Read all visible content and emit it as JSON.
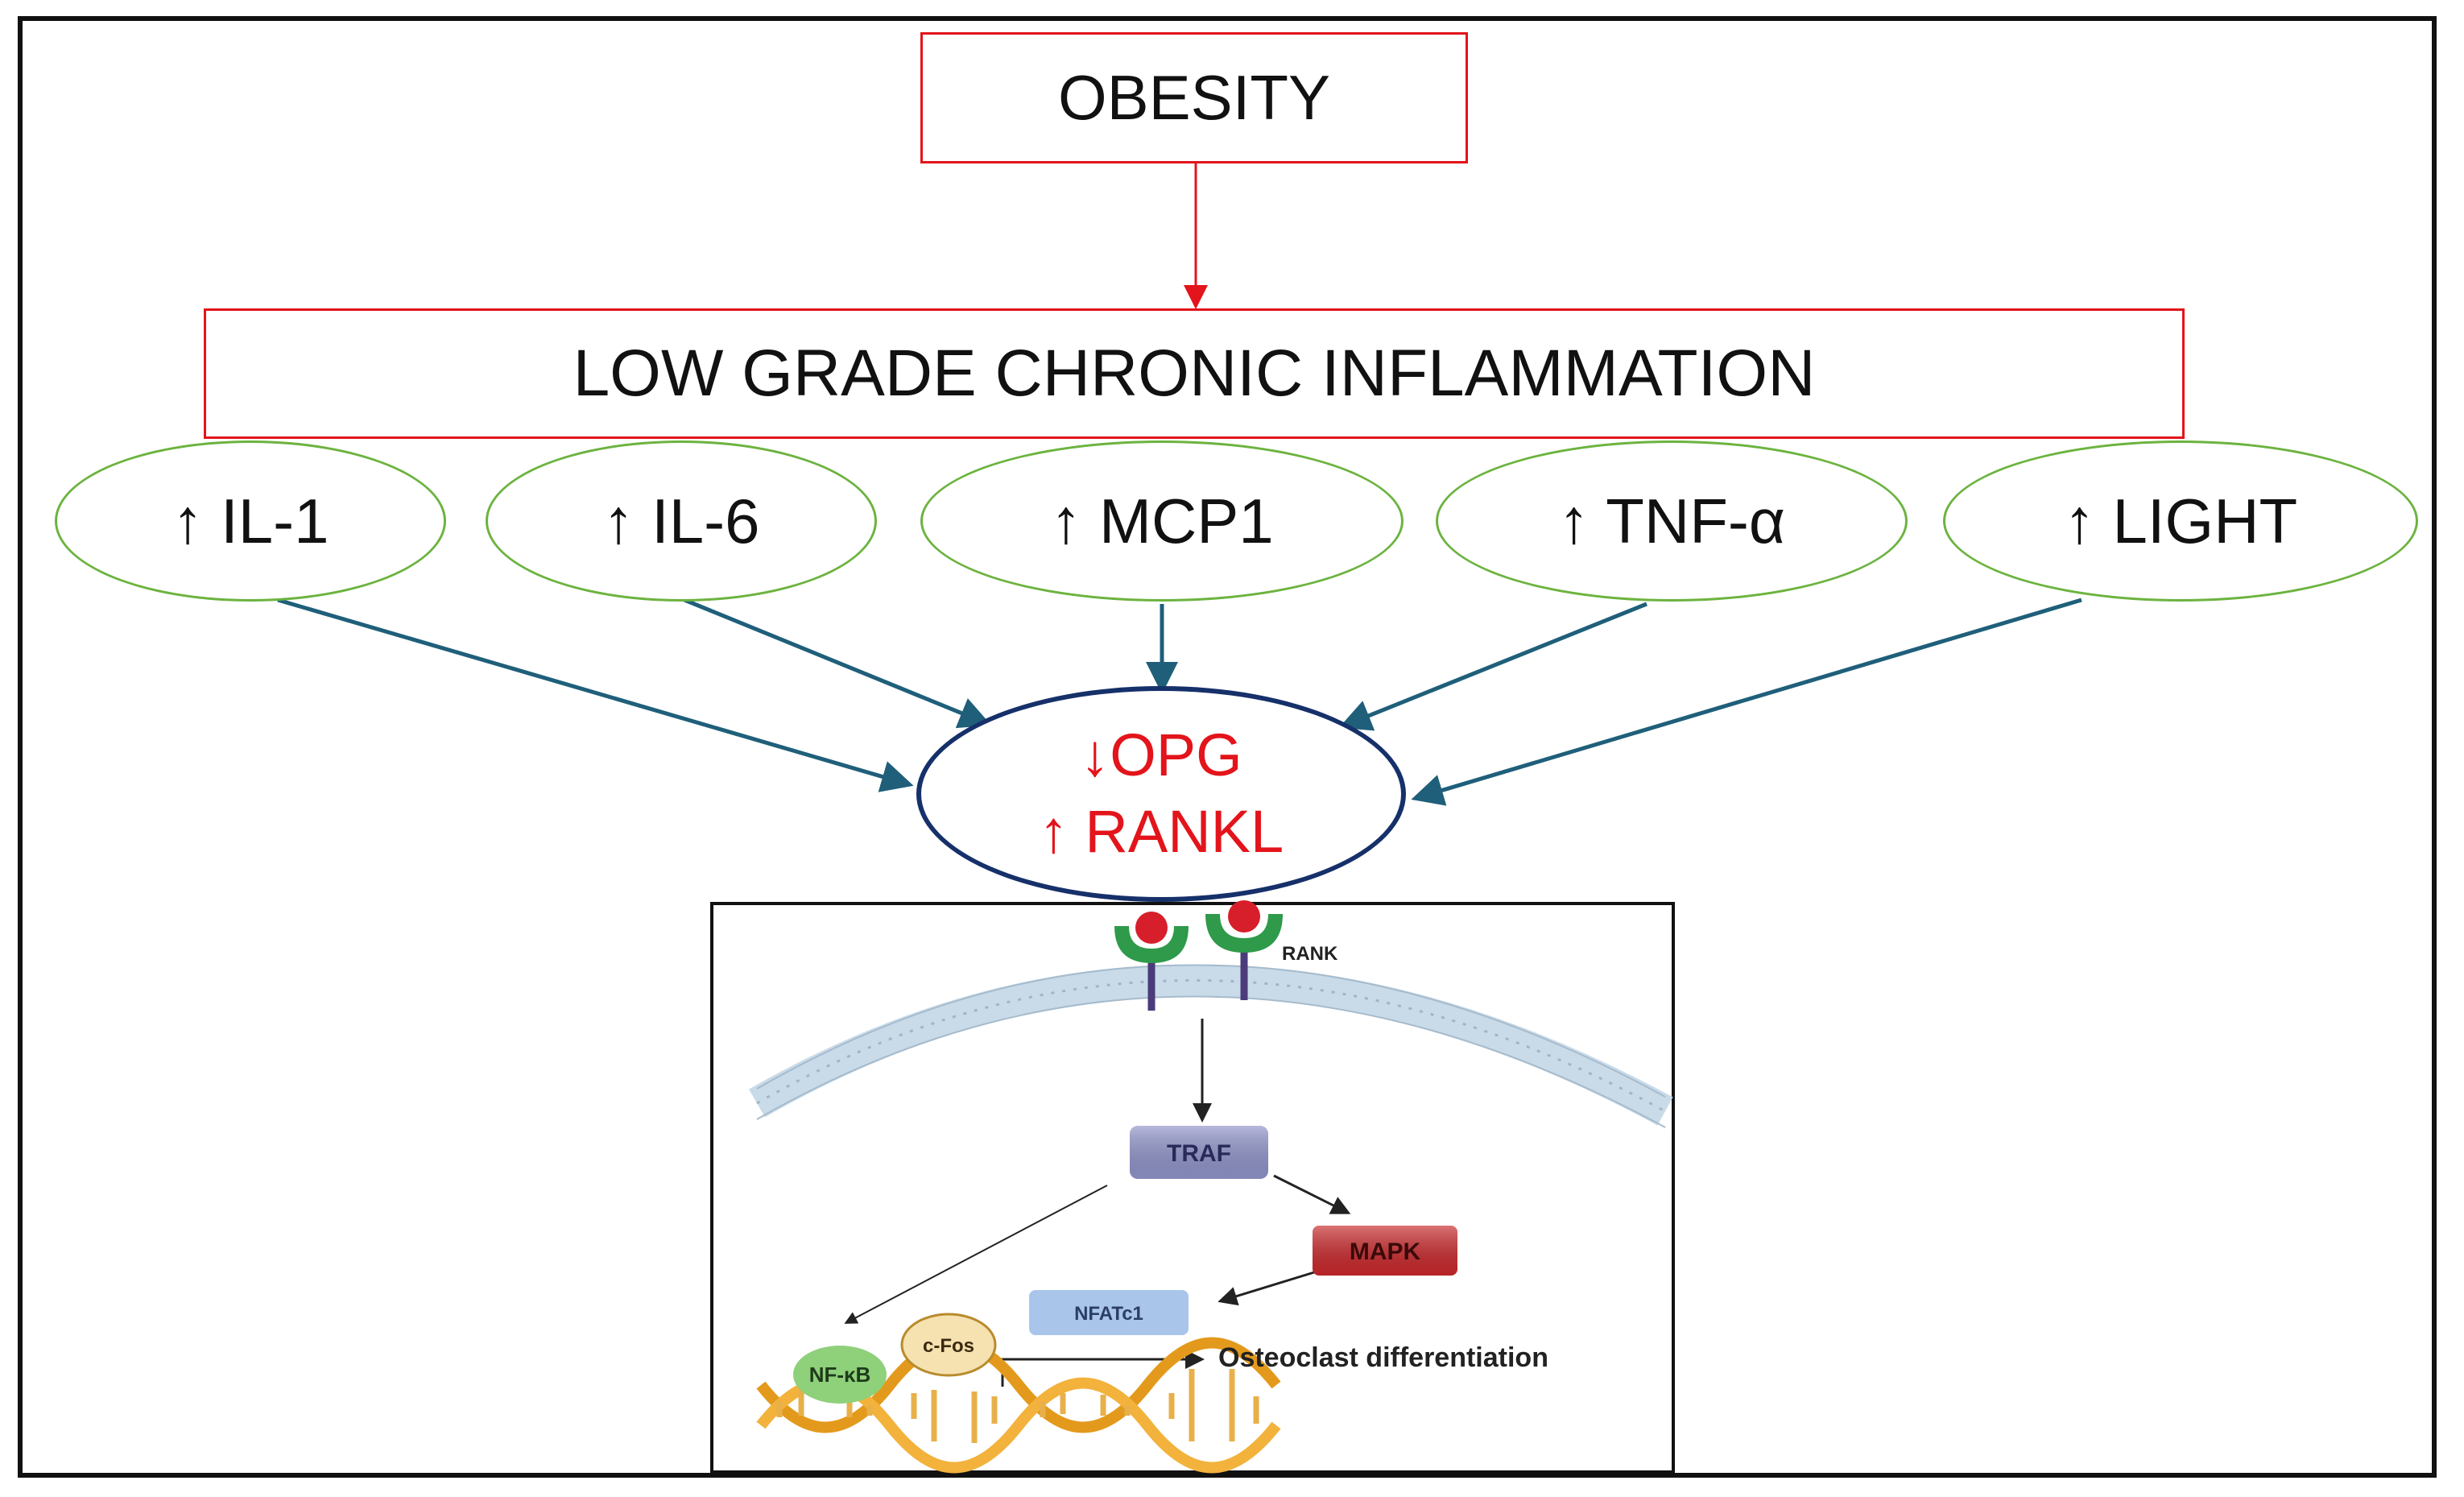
{
  "top_box": {
    "label": "OBESITY"
  },
  "inflammation_box": {
    "label": "LOW GRADE CHRONIC INFLAMMATION"
  },
  "cytokines": [
    {
      "label": "↑ IL-1"
    },
    {
      "label": "↑ IL-6"
    },
    {
      "label": "↑ MCP1"
    },
    {
      "label": "↑ TNF-α"
    },
    {
      "label": "↑ LIGHT"
    }
  ],
  "center": {
    "line1": "↓OPG",
    "line2": "↑ RANKL"
  },
  "pathway": {
    "receptor_label": "RANK",
    "traf": "TRAF",
    "mapk": "MAPK",
    "nfatc1": "NFATc1",
    "nfkb": "NF-κB",
    "cfos": "c-Fos",
    "outcome": "Osteoclast differentiation"
  },
  "colors": {
    "red": "#e3141b",
    "green_outline": "#6cb33f",
    "teal_arrow": "#1f5f7a",
    "navy": "#16306a",
    "traf_fill": "#8f93c8",
    "mapk_fill": "#c8282b",
    "nfatc1_fill": "#a9c5ea",
    "nfkb_fill": "#8fd07a",
    "cfos_fill": "#f6e1b0",
    "dna": "#e39a1c"
  }
}
